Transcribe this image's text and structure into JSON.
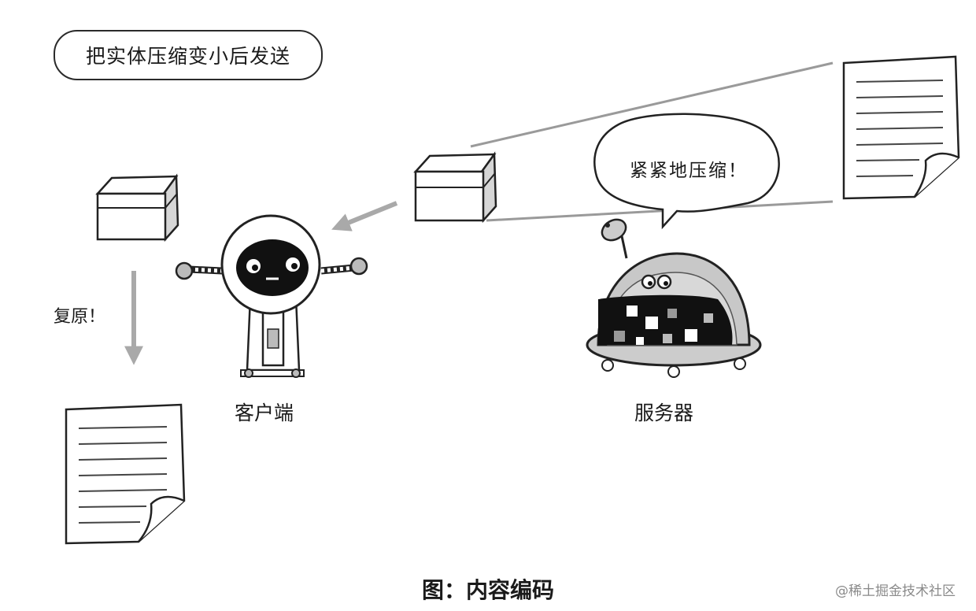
{
  "title": "把实体压缩变小后发送",
  "client_label": "客户端",
  "server_label": "服务器",
  "restore_label": "复原！",
  "speech_bubble": "紧紧地压缩！",
  "caption": "图：内容编码",
  "watermark": "@稀土掘金技术社区",
  "colors": {
    "arrow": "#a9a9a9",
    "line": "#222222",
    "box_side": "#d6d6d6",
    "robot_face": "#111111"
  },
  "icons": [
    "document-icon",
    "compressed-box-icon",
    "arrow-left-icon",
    "arrow-down-icon",
    "client-robot-icon",
    "server-robot-icon",
    "speech-bubble-icon"
  ]
}
